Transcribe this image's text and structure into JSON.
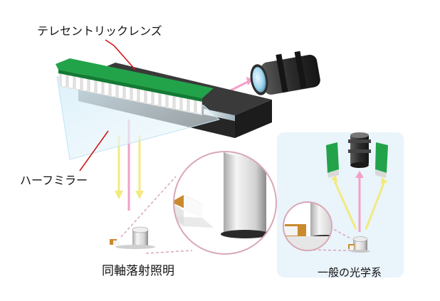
{
  "labels": {
    "telecentric_lens": "テレセントリックレンズ",
    "half_mirror": "ハーフミラー",
    "coaxial_illumination": "同軸落射照明",
    "general_optics": "一般の光学系"
  },
  "colors": {
    "leader_line": "#d01818",
    "green_board": "#22a34a",
    "ray_yellow": "#f2ea7e",
    "ray_pink": "#f2a0c8",
    "circle_outline": "#d9a7b6",
    "panel_bg": "#eaf4fb"
  }
}
